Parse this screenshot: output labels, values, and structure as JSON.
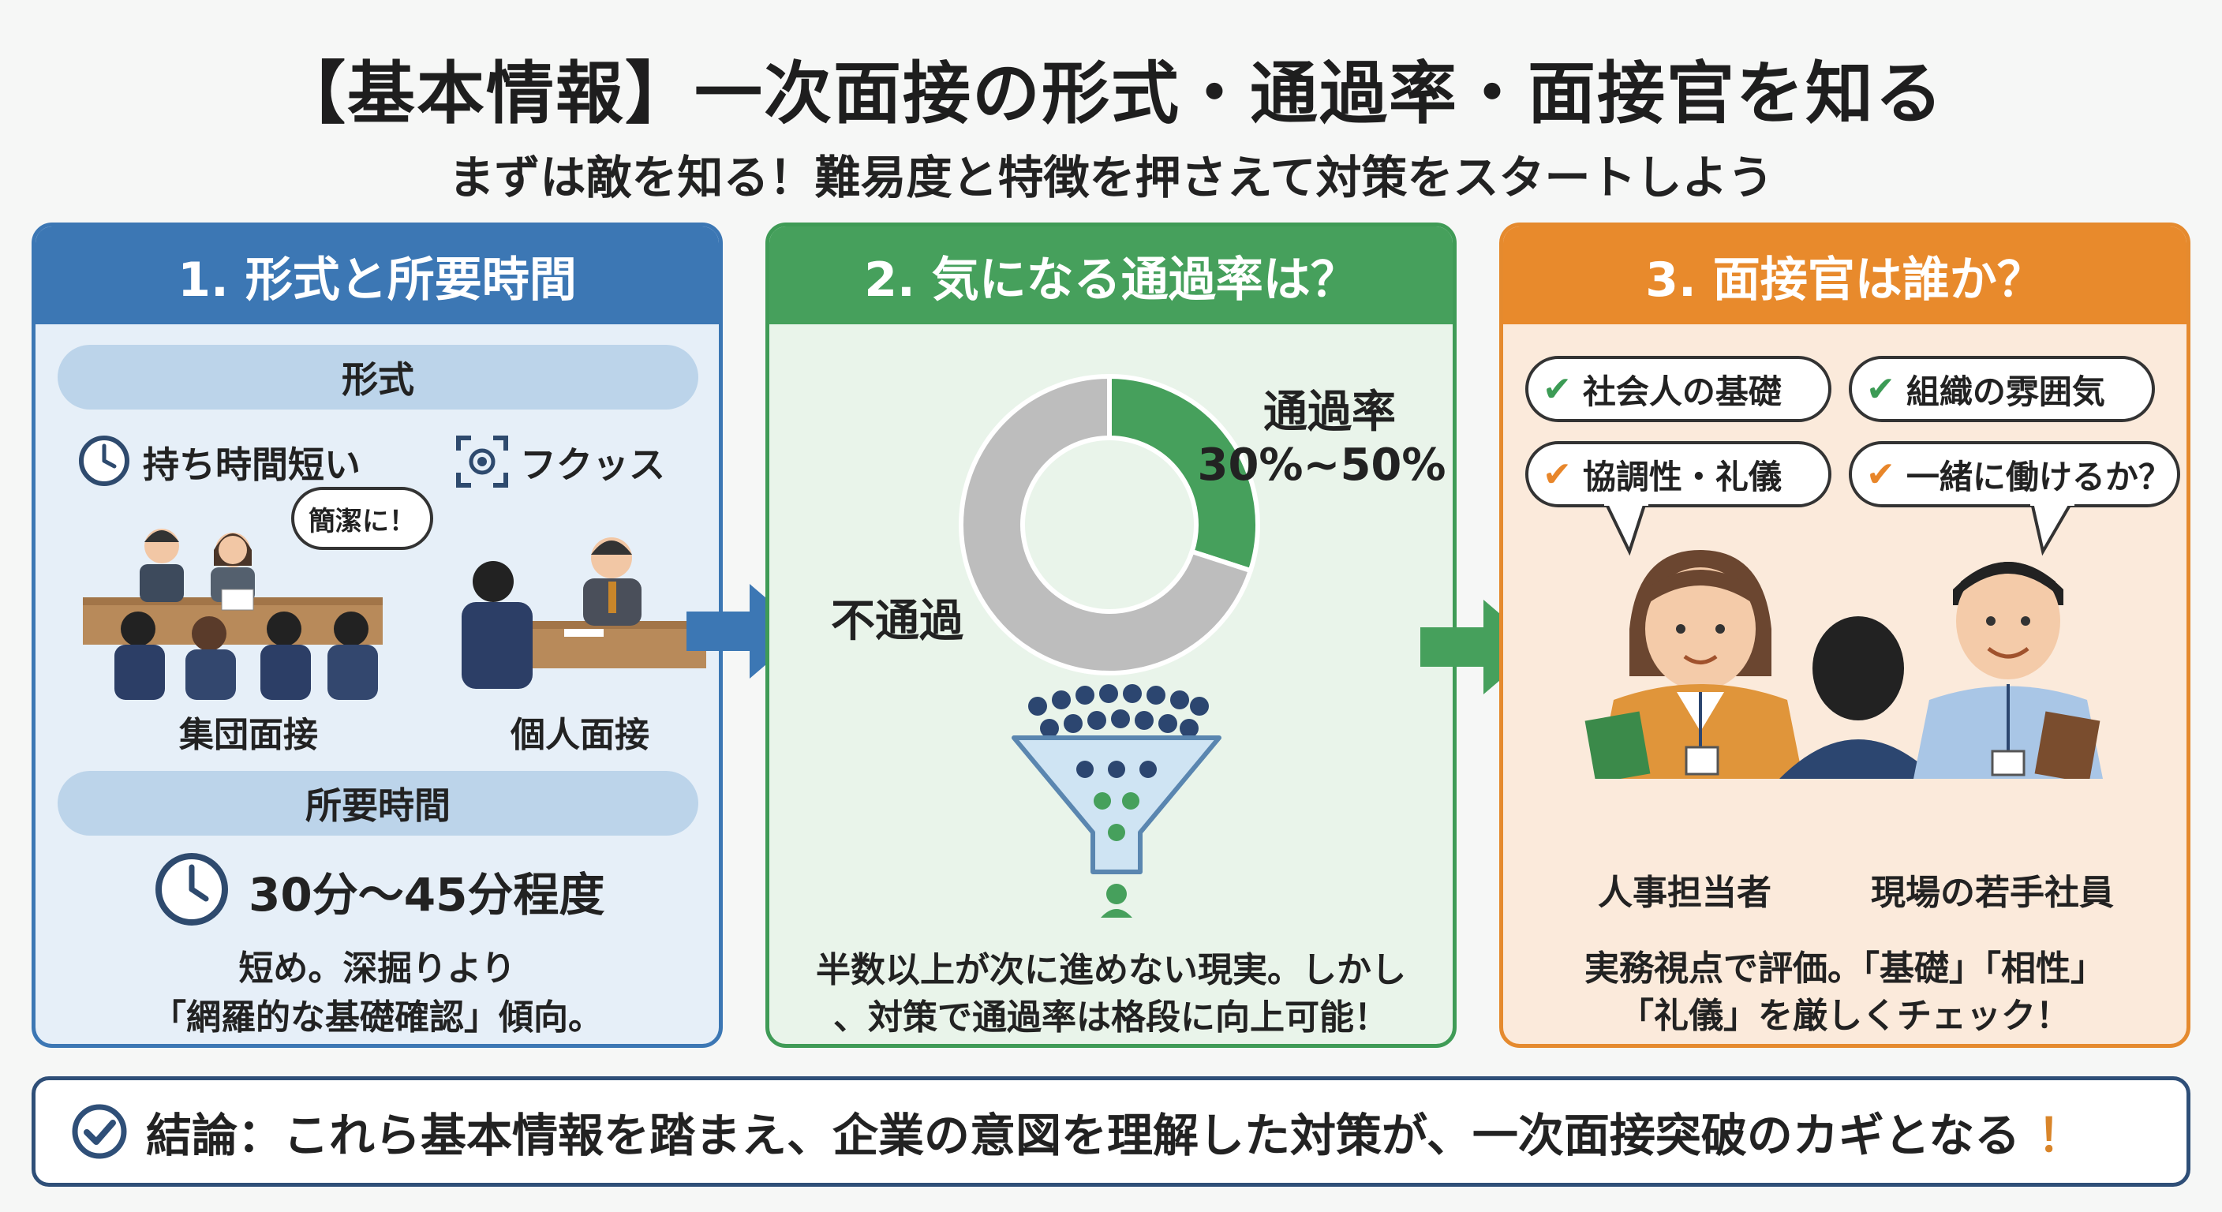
{
  "title": "【基本情報】一次面接の形式・通過率・面接官を知る",
  "subtitle": "まずは敵を知る！難易度と特徴を押さえて対策をスタートしよう",
  "colors": {
    "blue": "#3c77b4",
    "green": "#46a05c",
    "orange": "#e88a2c",
    "navy": "#2f4f78"
  },
  "panel1": {
    "header": "1. 形式と所要時間",
    "format_label": "形式",
    "feature_time": "持ち時間短い",
    "feature_focus": "フクッス",
    "speech": "簡潔に！",
    "group_label": "集団面接",
    "individual_label": "個人面接",
    "duration_label": "所要時間",
    "duration_value": "30分〜45分程度",
    "note_line1": "短め。深掘りより",
    "note_line2": "「網羅的な基礎確認」傾向。"
  },
  "panel2": {
    "header": "2. 気になる通過率は？",
    "pass_label": "通過率",
    "pass_value": "30%~50%",
    "fail_label": "不通過",
    "note_line1": "半数以上が次に進めない現実。しかし",
    "note_line2": "、対策で通過率は格段に向上可能！"
  },
  "chart_data": {
    "type": "pie",
    "categories": [
      "通過率",
      "不通過"
    ],
    "values": [
      30,
      70
    ],
    "colors": [
      "#46a05c",
      "#bdbdbd"
    ]
  },
  "panel3": {
    "header": "3. 面接官は誰か？",
    "checks": [
      {
        "label": "社会人の基礎",
        "color": "green"
      },
      {
        "label": "組織の雰囲気",
        "color": "green"
      },
      {
        "label": "協調性・礼儀",
        "color": "orange"
      },
      {
        "label": "一緒に働けるか？",
        "color": "orange"
      }
    ],
    "hr_label": "人事担当者",
    "young_label": "現場の若手社員",
    "note_line1": "実務視点で評価。「基礎」「相性」",
    "note_line2": "「礼儀」を厳しくチェック！"
  },
  "conclusion": {
    "text": "結論：これら基本情報を踏まえ、企業の意図を理解した対策が、一次面接突破のカギとなる",
    "exclaim": "！"
  }
}
